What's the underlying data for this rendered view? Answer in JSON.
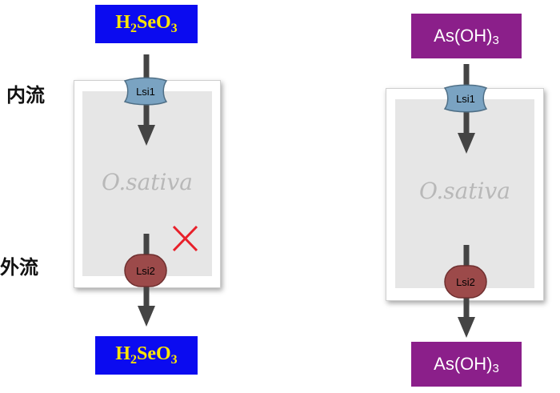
{
  "left": {
    "top_compound": "H2SeO3",
    "bottom_compound": "H2SeO3",
    "influx_label": "内流",
    "efflux_label": "外流",
    "species": "O.sativa",
    "transporter_in": "Lsi1",
    "transporter_out": "Lsi2",
    "efflux_blocked_marker": "✕"
  },
  "right": {
    "top_compound": "As(OH)3",
    "bottom_compound": "As(OH)3",
    "species": "O.sativa",
    "transporter_in": "Lsi1",
    "transporter_out": "Lsi2"
  },
  "colors": {
    "selenite_box": "#0b0bf0",
    "selenite_text": "#ffe600",
    "arsenite_box": "#8b1f8a",
    "lsi1": "#7aa3c2",
    "lsi2": "#9c4a4a",
    "blocked_x": "#e8202a"
  }
}
